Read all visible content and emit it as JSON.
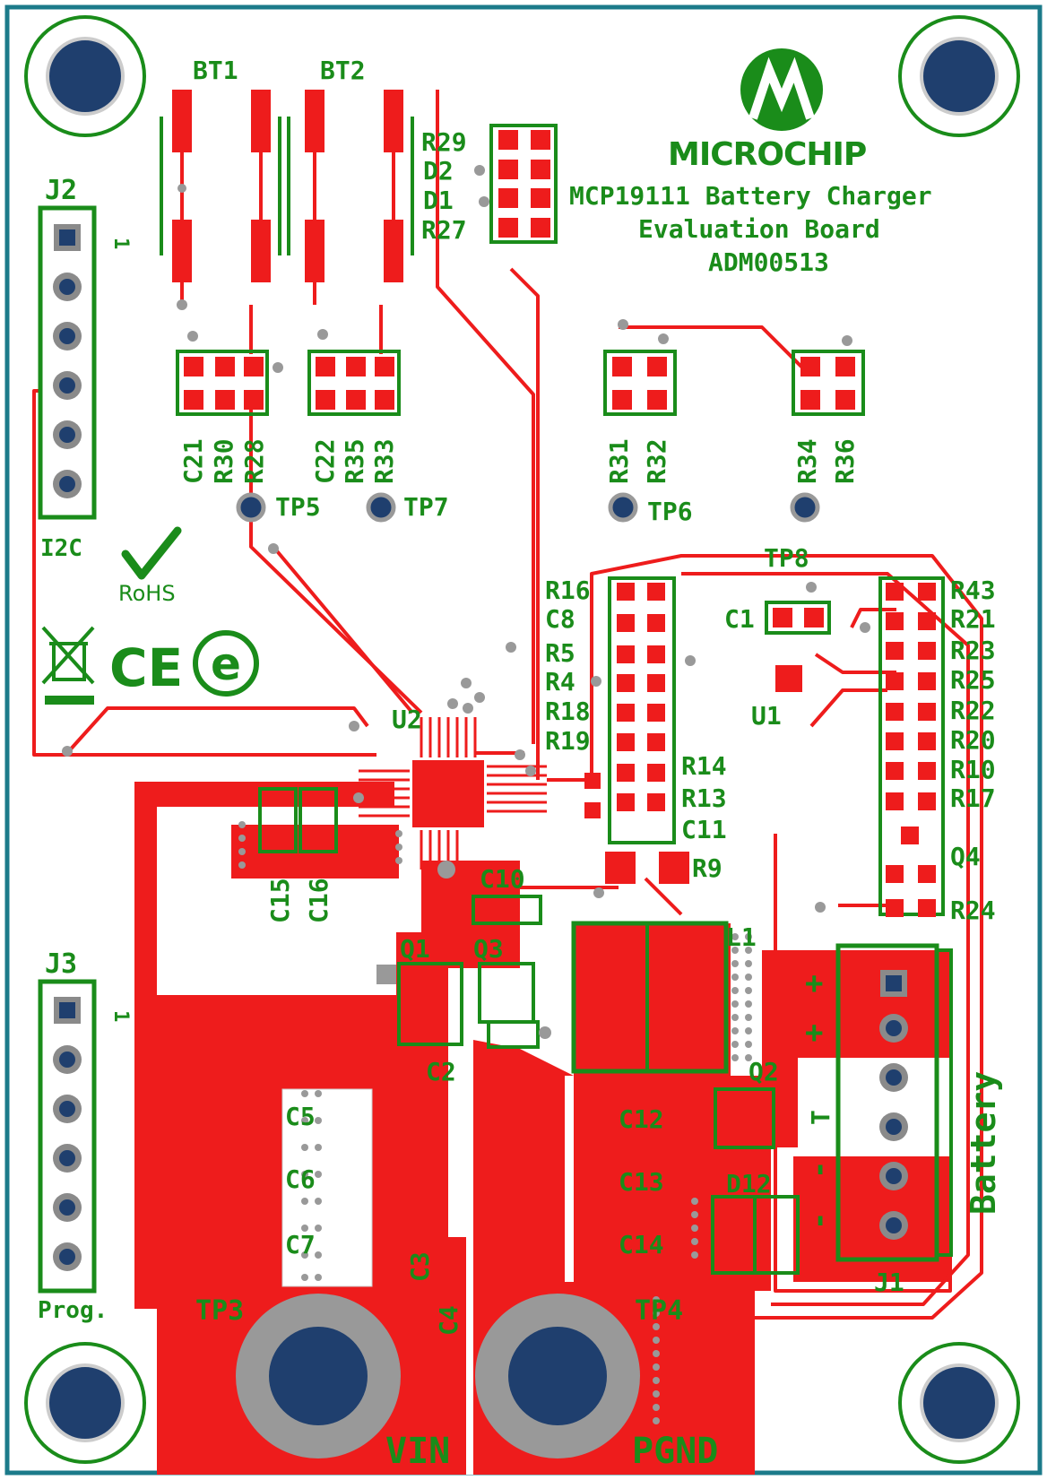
{
  "colors": {
    "copper": "#ee1c1c",
    "silkscreen": "#1a8c1a",
    "hole_fill": "#1f3f6e",
    "hole_ring": "#999999",
    "pad_gray": "#8a8a8a",
    "outline": "#1b7a8a",
    "board": "#ffffff"
  },
  "brand": {
    "name": "Microchip"
  },
  "title": {
    "line1": "MCP19111 Battery Charger",
    "line2": "Evaluation Board",
    "line3": "ADM00513"
  },
  "connectors": {
    "j2": "J2",
    "j2_pin1": "1",
    "j2_caption": "I2C",
    "j3": "J3",
    "j3_pin1": "1",
    "j3_caption": "Prog.",
    "j1": "J1",
    "j1_caption": "Battery",
    "j1_plus": "+",
    "j1_minus": "-",
    "j1_t": "T"
  },
  "batteries": {
    "bt1": "BT1",
    "bt2": "BT2"
  },
  "testpoints": {
    "tp3": "TP3",
    "tp4": "TP4",
    "tp5": "TP5",
    "tp6": "TP6",
    "tp7": "TP7",
    "tp8": "TP8",
    "vin": "VIN",
    "pgnd": "PGND"
  },
  "marks": {
    "rohs": "RoHS",
    "ce": "CE"
  },
  "parts": {
    "r29": "R29",
    "d2": "D2",
    "d1": "D1",
    "r27": "R27",
    "c21": "C21",
    "r30": "R30",
    "r28": "R28",
    "c22": "C22",
    "r35": "R35",
    "r33": "R33",
    "r31": "R31",
    "r32": "R32",
    "r34": "R34",
    "r36": "R36",
    "r16": "R16",
    "c8": "C8",
    "r5": "R5",
    "r4": "R4",
    "r18": "R18",
    "r19": "R19",
    "r14": "R14",
    "r13": "R13",
    "c11": "C11",
    "r9": "R9",
    "r43": "R43",
    "r21": "R21",
    "r23": "R23",
    "r25": "R25",
    "r22": "R22",
    "r20": "R20",
    "r10": "R10",
    "r17": "R17",
    "q4": "Q4",
    "r24": "R24",
    "c1": "C1",
    "u1": "U1",
    "u2": "U2",
    "c15": "C15",
    "c16": "C16",
    "c10": "C10",
    "q1": "Q1",
    "q3": "Q3",
    "l1": "L1",
    "q2": "Q2",
    "c2": "C2",
    "c5": "C5",
    "c6": "C6",
    "c7": "C7",
    "c3": "C3",
    "c4": "C4",
    "c12": "C12",
    "c13": "C13",
    "c14": "C14",
    "d12": "D12"
  }
}
